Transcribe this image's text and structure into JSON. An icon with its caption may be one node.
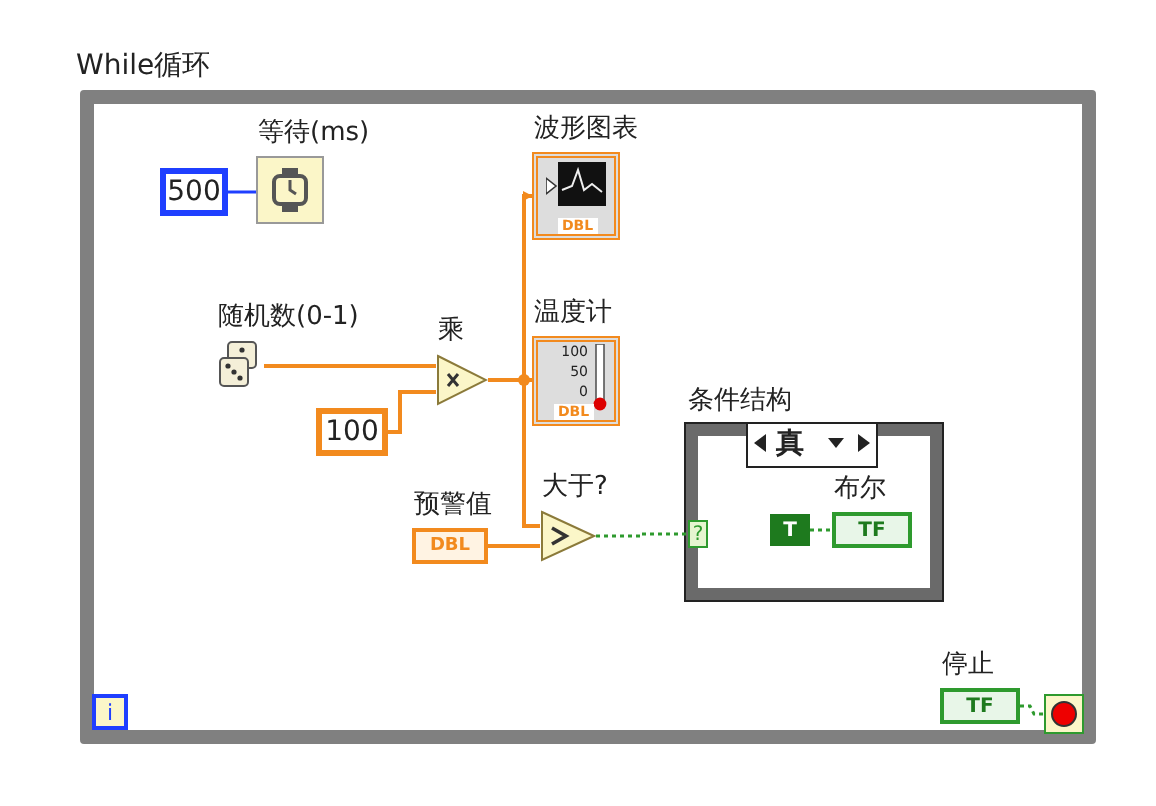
{
  "diagram": {
    "nodes": [
      {
        "text": [
          "While循环"
        ]
      },
      {
        "text": [
          "500"
        ],
        "in": 0
      },
      {
        "text": [
          "等待(ms)"
        ],
        "in": 0
      },
      {
        "text": [
          "波形图表",
          "DBL"
        ],
        "in": 0
      },
      {
        "text": [
          "随机数(0-1)"
        ],
        "in": 0
      },
      {
        "text": [
          "乘"
        ],
        "in": 0
      },
      {
        "text": [
          "温度计",
          "100",
          "50",
          "0",
          "DBL"
        ],
        "in": 0
      },
      {
        "text": [
          "100"
        ],
        "in": 0
      },
      {
        "text": [
          "条件结构",
          "真"
        ],
        "in": 0
      },
      {
        "text": [
          "预警值",
          "DBL"
        ],
        "in": 0
      },
      {
        "text": [
          "大于?"
        ],
        "in": 0
      },
      {
        "text": [
          "?"
        ],
        "in": 8
      },
      {
        "text": [
          "T"
        ],
        "in": 8
      },
      {
        "text": [
          "布尔",
          "TF"
        ],
        "in": 8
      },
      {
        "text": [
          "停止",
          "TF"
        ],
        "in": 0
      },
      {
        "text": [],
        "shape": "box",
        "in": 0
      },
      {
        "text": [
          "i"
        ],
        "in": 0
      }
    ],
    "edges": [
      {
        "from": 1,
        "to": 2,
        "arrow": "none",
        "color": "#1f3fff"
      },
      {
        "from": 4,
        "to": 5,
        "arrow": "none"
      },
      {
        "from": 7,
        "to": 5,
        "arrow": "none"
      },
      {
        "from": 5,
        "to": 3,
        "arrow": "to"
      },
      {
        "from": 5,
        "to": 6,
        "arrow": "to"
      },
      {
        "from": 5,
        "to": 10,
        "arrow": "none"
      },
      {
        "from": 9,
        "to": 10,
        "arrow": "none"
      },
      {
        "from": 10,
        "to": 11,
        "arrow": "none",
        "style": "dashed",
        "color": "#2e9a2e"
      },
      {
        "from": 12,
        "to": 13,
        "arrow": "none",
        "style": "dashed",
        "color": "#2e9a2e"
      },
      {
        "from": 14,
        "to": 15,
        "arrow": "none",
        "style": "dashed",
        "color": "#2e9a2e"
      }
    ]
  }
}
